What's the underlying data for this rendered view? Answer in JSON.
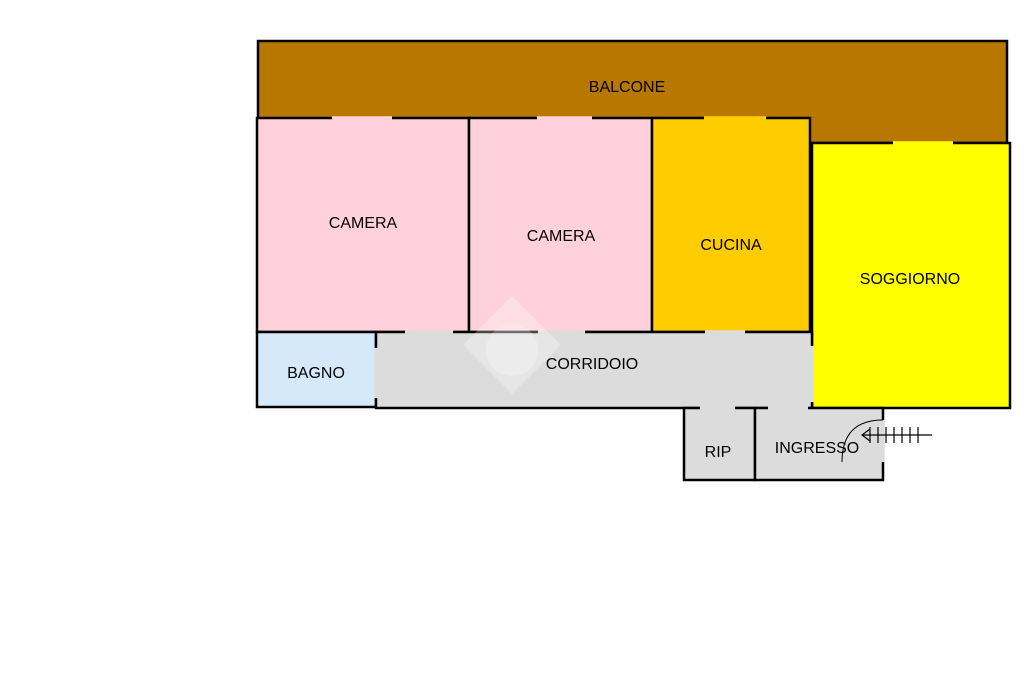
{
  "colors": {
    "balcony": "#b87800",
    "bedroom": "#ffd1dc",
    "kitchen": "#ffcc00",
    "living": "#ffff00",
    "bath": "#d6e9fb",
    "hall": "#dcdcdc",
    "wall": "#000000"
  },
  "rooms": {
    "balcone": "BALCONE",
    "camera_1": "CAMERA",
    "camera_2": "CAMERA",
    "cucina": "CUCINA",
    "soggiorno": "SOGGIORNO",
    "bagno": "BAGNO",
    "corridoio": "CORRIDOIO",
    "rip": "RIP",
    "ingresso": "INGRESSO"
  }
}
